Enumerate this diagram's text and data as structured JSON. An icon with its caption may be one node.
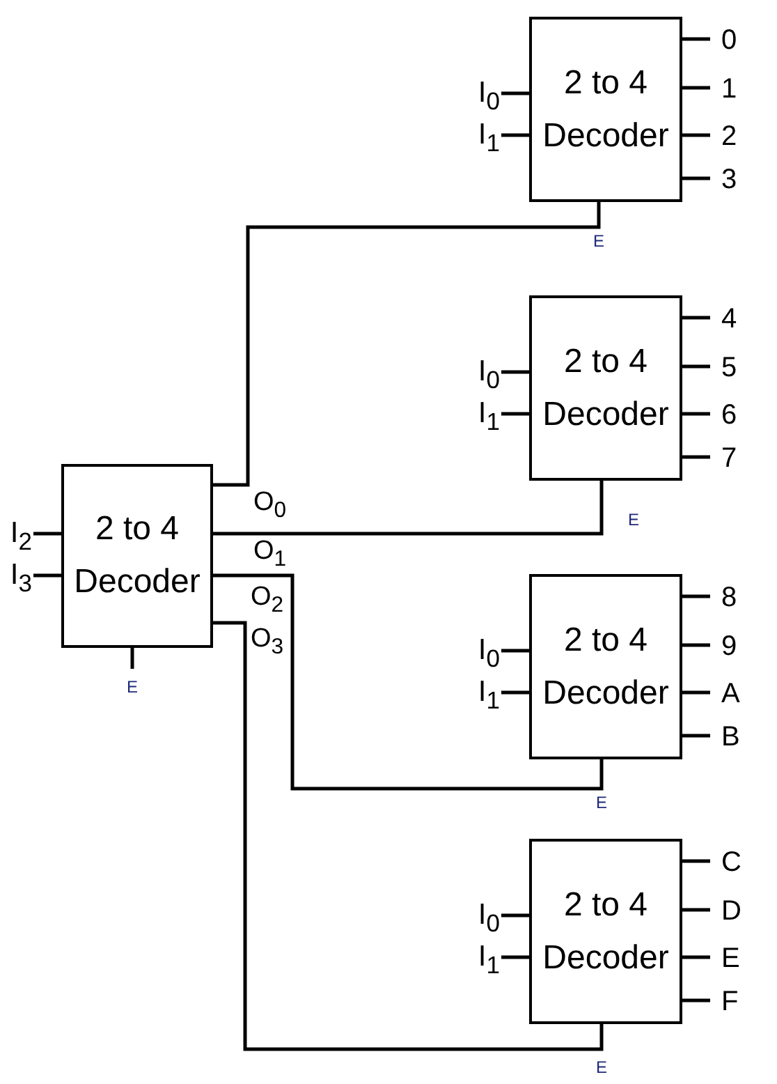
{
  "diagram": {
    "nodes": [
      {
        "text": [
          "2 to 4 Decoder"
        ],
        "beside": [
          "I$_{0}$",
          "I$_{1}$",
          "0",
          "1",
          "2",
          "3",
          "E"
        ]
      },
      {
        "text": [
          "2 to 4 Decoder"
        ],
        "beside": [
          "I$_{0}$",
          "I$_{1}$",
          "4",
          "5",
          "6",
          "7",
          "E"
        ]
      },
      {
        "text": [
          "2 to 4 Decoder"
        ],
        "beside": [
          "I$_{2}$",
          "I$_{3}$",
          "E"
        ]
      },
      {
        "text": [
          "2 to 4 Decoder"
        ],
        "beside": [
          "I$_{0}$",
          "I$_{1}$",
          "8",
          "9",
          "A",
          "B",
          "E"
        ]
      },
      {
        "text": [
          "2 to 4 Decoder"
        ],
        "beside": [
          "I$_{0}$",
          "I$_{1}$",
          "C",
          "D",
          "E",
          "F",
          "E"
        ]
      }
    ],
    "edges": [
      {
        "from": 2,
        "to": 0,
        "arrow": "none",
        "label": "O$_{0}$"
      },
      {
        "from": 2,
        "to": 1,
        "arrow": "none",
        "label": "O$_{1}$"
      },
      {
        "from": 2,
        "to": 3,
        "arrow": "none",
        "label": "O$_{2}$"
      },
      {
        "from": 2,
        "to": 4,
        "arrow": "none",
        "label": "O$_{3}$"
      }
    ]
  }
}
